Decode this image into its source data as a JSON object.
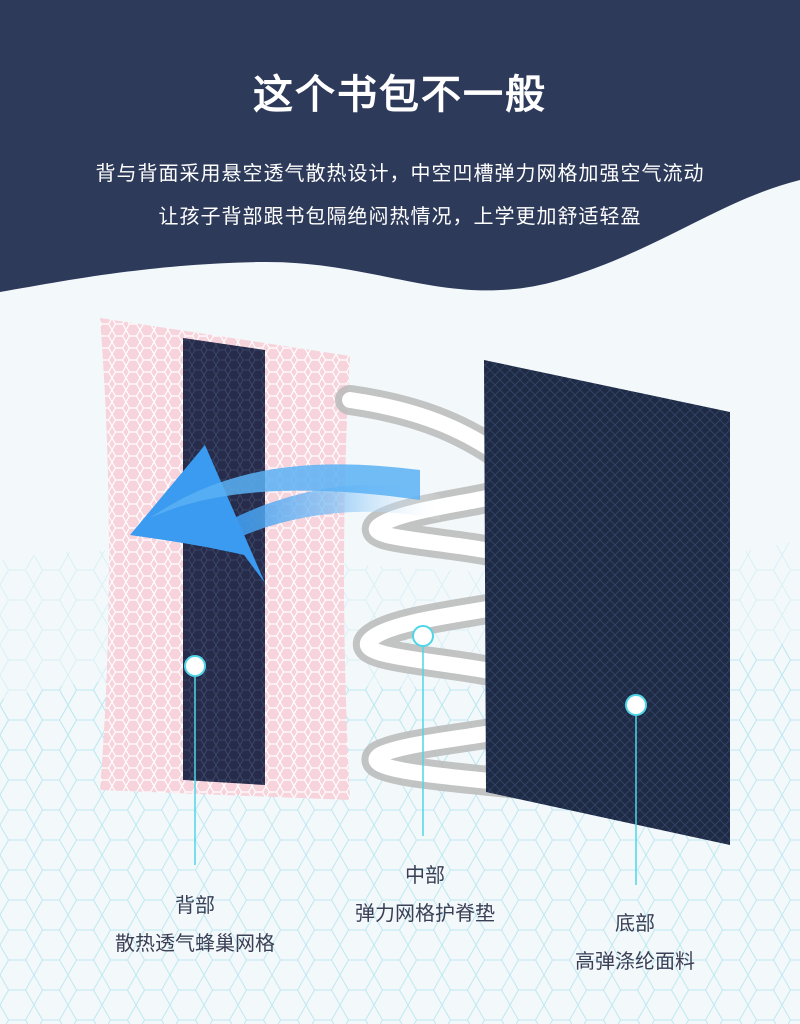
{
  "header": {
    "title": "这个书包不一般",
    "desc_line1": "背与背面采用悬空透气散热设计，中空凹槽弹力网格加强空气流动",
    "desc_line2": "让孩子背部跟书包隔绝闷热情况，上学更加舒适轻盈"
  },
  "layers": {
    "back": {
      "name": "背部",
      "desc": "散热透气蜂巢网格"
    },
    "middle": {
      "name": "中部",
      "desc": "弹力网格护脊垫"
    },
    "bottom": {
      "name": "底部",
      "desc": "高弹涤纶面料"
    }
  },
  "colors": {
    "header_bg": "#2d3a5a",
    "pink_mesh": "#f6cfd9",
    "dark_mesh": "#262c4a",
    "navy_panel": "#1e2a44",
    "arrow_blue": "#3f9ef0",
    "marker": "#4fd6e6"
  }
}
